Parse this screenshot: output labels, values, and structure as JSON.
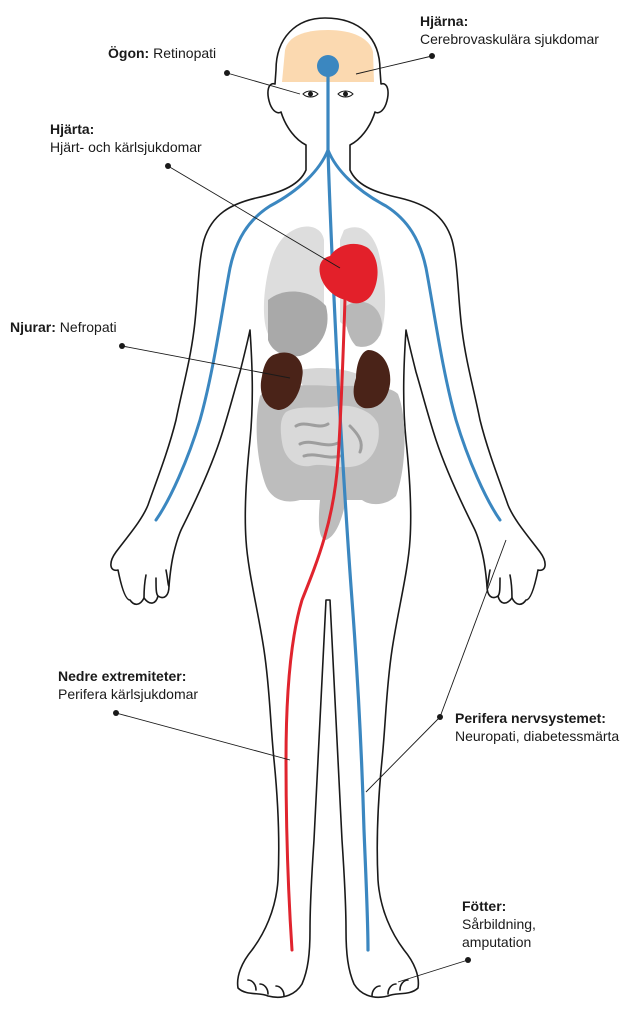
{
  "labels": {
    "brain": {
      "title": "Hjärna:",
      "text": "Cerebrovaskulära sjukdomar"
    },
    "eyes": {
      "title": "Ögon:",
      "text": "Retinopati"
    },
    "heart": {
      "title": "Hjärta:",
      "text": "Hjärt- och kärlsjukdomar"
    },
    "kidneys": {
      "title": "Njurar:",
      "text": "Nefropati"
    },
    "legs": {
      "title": "Nedre extremiteter:",
      "text": "Perifera kärlsjukdomar"
    },
    "nerves": {
      "title": "Perifera nervsystemet:",
      "text": "Neuropati, diabetessmärta"
    },
    "feet": {
      "title": "Fötter:",
      "line1": "Sårbildning,",
      "line2": "amputation"
    }
  },
  "colors": {
    "nerve_blue": "#3b87c0",
    "artery_red": "#e0242e",
    "heart_red": "#e3202a",
    "kidney_brown": "#4a2318",
    "brain_tan": "#fbd9b0",
    "organ_grey": "#c8c8c8",
    "lung_grey": "#dddddd",
    "outline": "#1a1a1a"
  }
}
